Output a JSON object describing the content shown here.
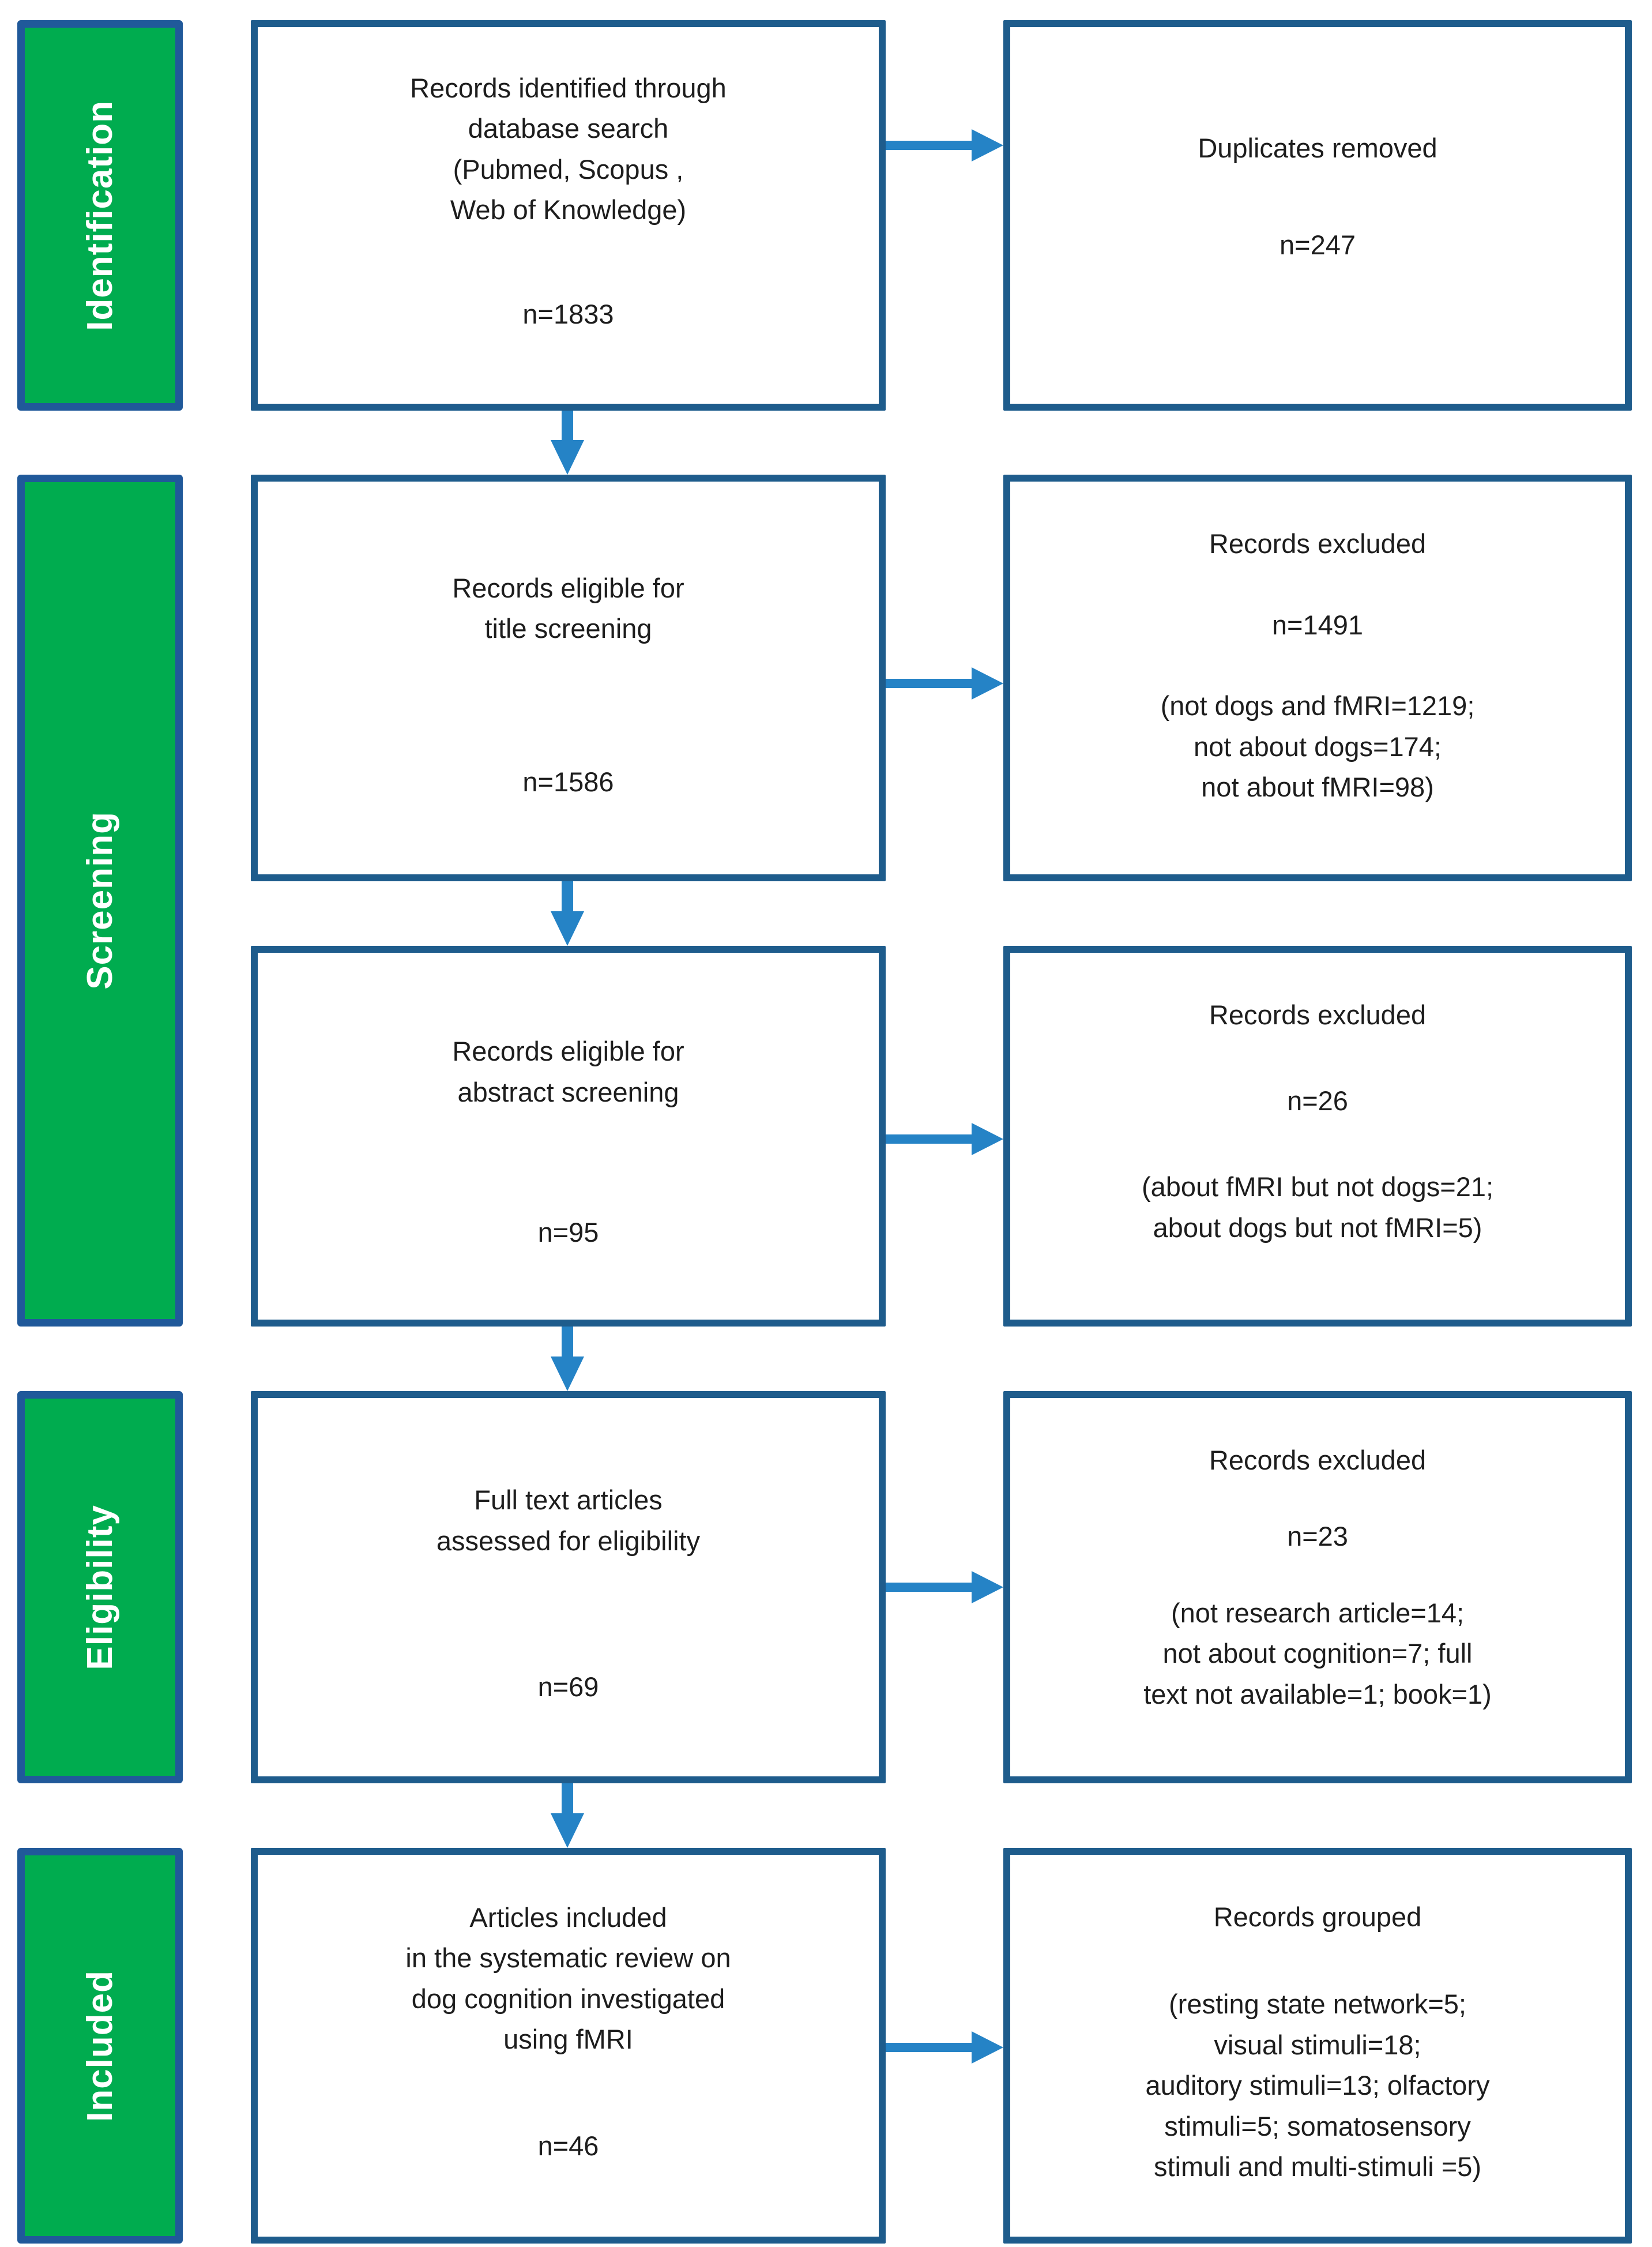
{
  "flow": {
    "stages": [
      {
        "label": "Identification"
      },
      {
        "label": "Screening"
      },
      {
        "label": "Eligibility"
      },
      {
        "label": "Included"
      }
    ],
    "process": [
      {
        "text": "Records identified through\ndatabase search\n(Pubmed, Scopus ,\nWeb of Knowledge)",
        "count": "n=1833"
      },
      {
        "text": "Records eligible for\ntitle screening",
        "count": "n=1586"
      },
      {
        "text": "Records eligible for\nabstract screening",
        "count": "n=95"
      },
      {
        "text": "Full text articles\nassessed for eligibility",
        "count": "n=69"
      },
      {
        "text": "Articles included\nin the systematic review on\ndog cognition investigated\nusing fMRI",
        "count": "n=46"
      }
    ],
    "side": [
      {
        "title": "Duplicates removed",
        "count": "n=247",
        "detail": ""
      },
      {
        "title": "Records excluded",
        "count": "n=1491",
        "detail": "(not dogs and fMRI=1219;\nnot about dogs=174;\nnot about fMRI=98)"
      },
      {
        "title": "Records excluded",
        "count": "n=26",
        "detail": "(about fMRI but not dogs=21;\nabout dogs but not fMRI=5)"
      },
      {
        "title": "Records excluded",
        "count": "n=23",
        "detail": "(not research article=14;\nnot about cognition=7; full\ntext not available=1; book=1)"
      },
      {
        "title": "Records grouped",
        "count": "",
        "detail": "(resting state network=5;\nvisual stimuli=18;\nauditory stimuli=13; olfactory\nstimuli=5; somatosensory\nstimuli and multi-stimuli =5)"
      }
    ],
    "colors": {
      "stage_fill": "#00AC4F",
      "stage_border": "#20599A",
      "box_border": "#1E5C8C",
      "arrow": "#2583C6",
      "text": "#1D1D1D",
      "stage_text": "#FFFFFF"
    }
  }
}
